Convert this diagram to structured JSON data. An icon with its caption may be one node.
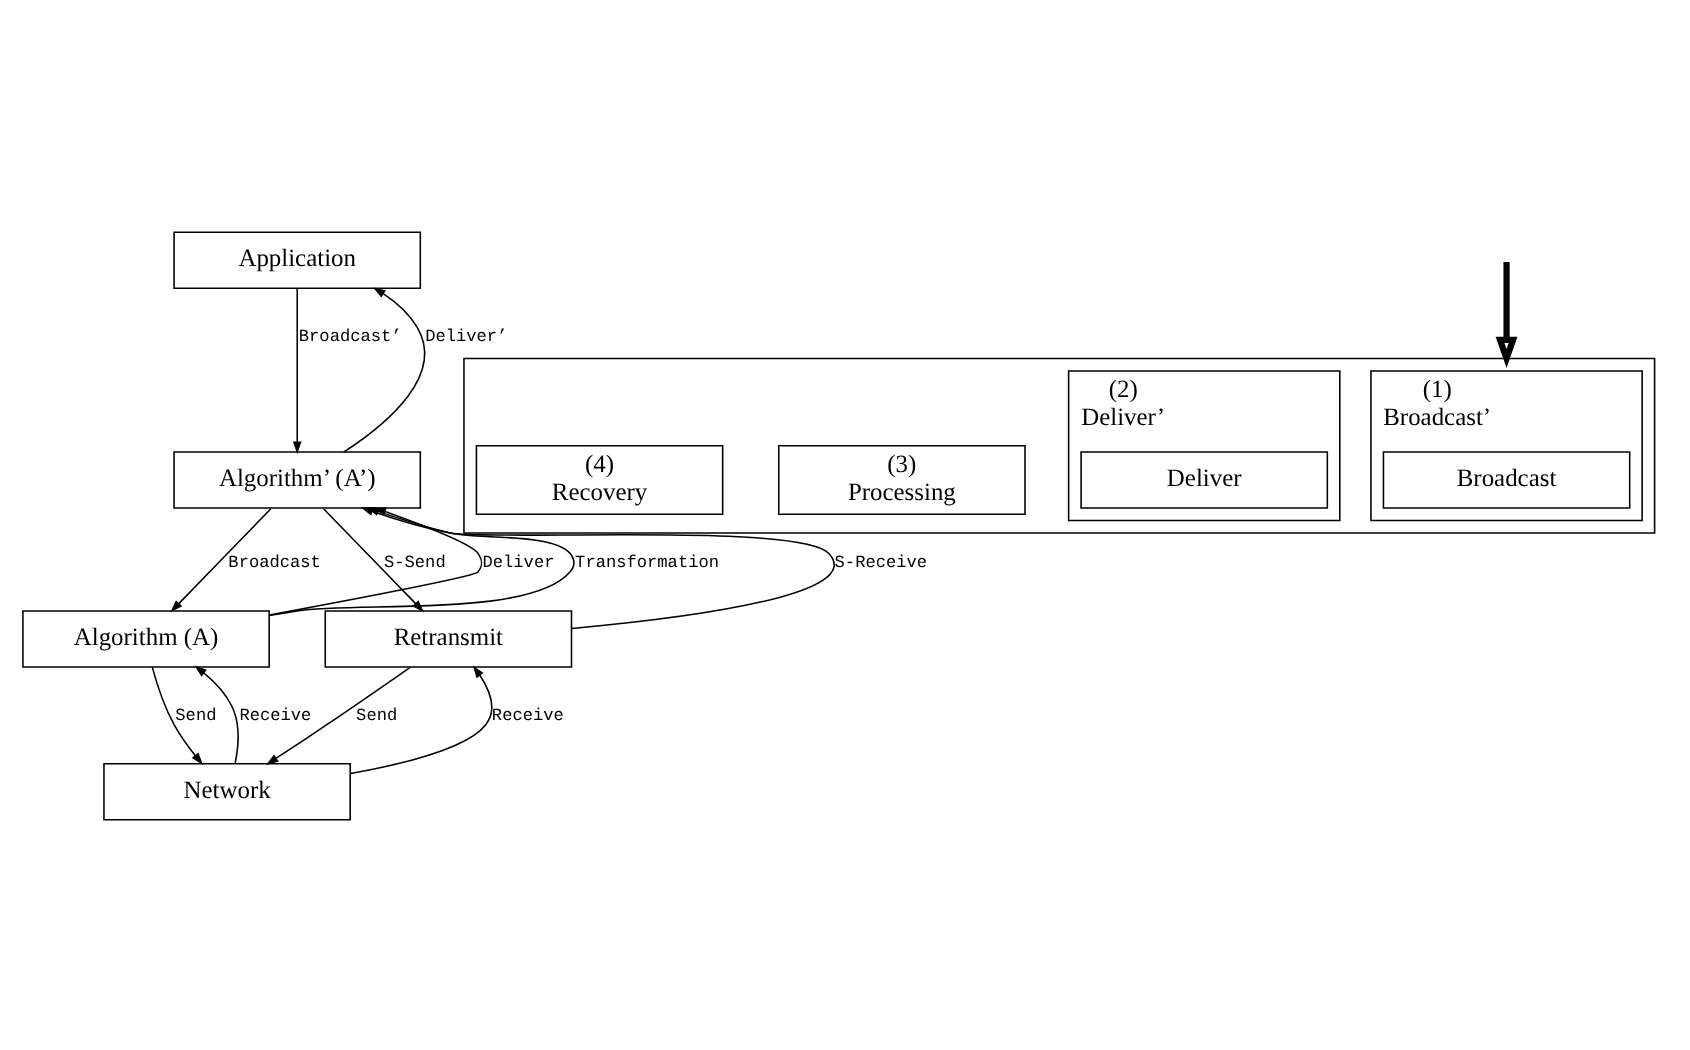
{
  "diagram": {
    "nodes": [
      {
        "text": [
          "Application"
        ]
      },
      {
        "text": [
          "Algorithm’ (A’)"
        ]
      },
      {
        "text": [
          "Algorithm (A)"
        ]
      },
      {
        "text": [
          "Retransmit"
        ]
      },
      {
        "text": [
          "Network"
        ]
      },
      {
        "text": [],
        "shape": "box"
      },
      {
        "text": [
          "(1)",
          "Broadcast’"
        ],
        "in": 5
      },
      {
        "text": [
          "Broadcast"
        ],
        "in": 6
      },
      {
        "text": [
          "(2)",
          "Deliver’"
        ],
        "in": 5
      },
      {
        "text": [
          "Deliver"
        ],
        "in": 8
      },
      {
        "text": [
          "(3)",
          "Processing"
        ],
        "in": 5
      },
      {
        "text": [
          "(4)",
          "Recovery"
        ],
        "in": 5
      }
    ],
    "edges": [
      {
        "from": 1,
        "to": 0,
        "arrow": "to",
        "label": "Deliver’"
      },
      {
        "from": 0,
        "to": 1,
        "arrow": "to",
        "label": "Broadcast’"
      },
      {
        "from": 2,
        "to": 1,
        "arrow": "to",
        "label": "Deliver"
      },
      {
        "from": 1,
        "to": 2,
        "arrow": "to",
        "label": "Broadcast"
      },
      {
        "from": 3,
        "to": 1,
        "arrow": "to",
        "label": "S-Receive"
      },
      {
        "from": 1,
        "to": 3,
        "arrow": "to",
        "label": "S-Send"
      },
      {
        "from": 4,
        "to": 2,
        "arrow": "to",
        "label": "Receive"
      },
      {
        "from": 2,
        "to": 4,
        "arrow": "to",
        "label": "Send"
      },
      {
        "from": 4,
        "to": 3,
        "arrow": "to",
        "label": "Receive"
      },
      {
        "from": 3,
        "to": 4,
        "arrow": "to",
        "label": "Send"
      },
      {
        "from": 2,
        "to": 1,
        "arrow": "to",
        "label": "Transformation"
      },
      {
        "from": null,
        "to": 5,
        "arrow": "to",
        "style": "thick"
      }
    ]
  }
}
